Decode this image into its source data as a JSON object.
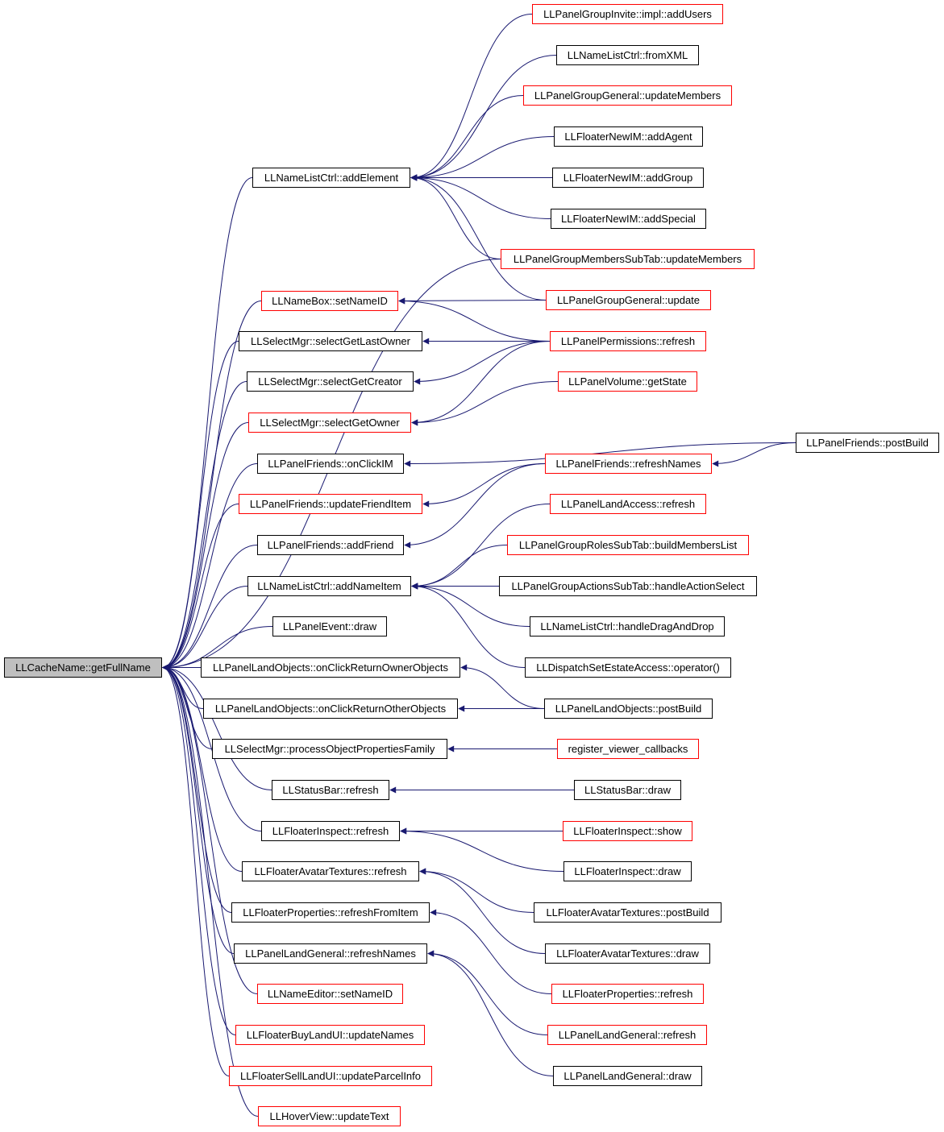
{
  "colors": {
    "edge": "#191970",
    "border_normal": "#000000",
    "border_truncated": "#ff0000",
    "root_fill": "#bfbfbf"
  },
  "nodes": [
    {
      "id": "root",
      "label": "LLCacheName::getFullName",
      "border": "black",
      "root": true
    },
    {
      "id": "a_addElement",
      "label": "LLNameListCtrl::addElement",
      "border": "black"
    },
    {
      "id": "a_setNameIDbox",
      "label": "LLNameBox::setNameID",
      "border": "red"
    },
    {
      "id": "a_selectGetLastOwner",
      "label": "LLSelectMgr::selectGetLastOwner",
      "border": "black"
    },
    {
      "id": "a_selectGetCreator",
      "label": "LLSelectMgr::selectGetCreator",
      "border": "black"
    },
    {
      "id": "a_selectGetOwner",
      "label": "LLSelectMgr::selectGetOwner",
      "border": "red"
    },
    {
      "id": "a_onClickIM",
      "label": "LLPanelFriends::onClickIM",
      "border": "black"
    },
    {
      "id": "a_updateFriendItem",
      "label": "LLPanelFriends::updateFriendItem",
      "border": "red"
    },
    {
      "id": "a_addFriend",
      "label": "LLPanelFriends::addFriend",
      "border": "black"
    },
    {
      "id": "a_addNameItem",
      "label": "LLNameListCtrl::addNameItem",
      "border": "black"
    },
    {
      "id": "a_panelEventDraw",
      "label": "LLPanelEvent::draw",
      "border": "black"
    },
    {
      "id": "a_returnOwner",
      "label": "LLPanelLandObjects::onClickReturnOwnerObjects",
      "border": "black"
    },
    {
      "id": "a_returnOther",
      "label": "LLPanelLandObjects::onClickReturnOtherObjects",
      "border": "black"
    },
    {
      "id": "a_processFamily",
      "label": "LLSelectMgr::processObjectPropertiesFamily",
      "border": "black"
    },
    {
      "id": "a_statusRefresh",
      "label": "LLStatusBar::refresh",
      "border": "black"
    },
    {
      "id": "a_inspectRefresh",
      "label": "LLFloaterInspect::refresh",
      "border": "black"
    },
    {
      "id": "a_avatarTexRefresh",
      "label": "LLFloaterAvatarTextures::refresh",
      "border": "black"
    },
    {
      "id": "a_refreshFromItem",
      "label": "LLFloaterProperties::refreshFromItem",
      "border": "black"
    },
    {
      "id": "a_landGenRefreshNames",
      "label": "LLPanelLandGeneral::refreshNames",
      "border": "black"
    },
    {
      "id": "a_nameEditorSetNameID",
      "label": "LLNameEditor::setNameID",
      "border": "red"
    },
    {
      "id": "a_buyLandUpdateNames",
      "label": "LLFloaterBuyLandUI::updateNames",
      "border": "red"
    },
    {
      "id": "a_sellLandUpdateParcel",
      "label": "LLFloaterSellLandUI::updateParcelInfo",
      "border": "red"
    },
    {
      "id": "a_hoverUpdateText",
      "label": "LLHoverView::updateText",
      "border": "red"
    },
    {
      "id": "b_inviteAddUsers",
      "label": "LLPanelGroupInvite::impl::addUsers",
      "border": "red"
    },
    {
      "id": "b_fromXML",
      "label": "LLNameListCtrl::fromXML",
      "border": "black"
    },
    {
      "id": "b_groupGenUpdateMembers",
      "label": "LLPanelGroupGeneral::updateMembers",
      "border": "red"
    },
    {
      "id": "b_addAgent",
      "label": "LLFloaterNewIM::addAgent",
      "border": "black"
    },
    {
      "id": "b_addGroup",
      "label": "LLFloaterNewIM::addGroup",
      "border": "black"
    },
    {
      "id": "b_addSpecial",
      "label": "LLFloaterNewIM::addSpecial",
      "border": "black"
    },
    {
      "id": "b_membersSubTabUpdate",
      "label": "LLPanelGroupMembersSubTab::updateMembers",
      "border": "red"
    },
    {
      "id": "b_groupGenUpdate",
      "label": "LLPanelGroupGeneral::update",
      "border": "red"
    },
    {
      "id": "b_permRefresh",
      "label": "LLPanelPermissions::refresh",
      "border": "red"
    },
    {
      "id": "b_volumeGetState",
      "label": "LLPanelVolume::getState",
      "border": "red"
    },
    {
      "id": "b_friendsRefreshNames",
      "label": "LLPanelFriends::refreshNames",
      "border": "red"
    },
    {
      "id": "b_landAccessRefresh",
      "label": "LLPanelLandAccess::refresh",
      "border": "red"
    },
    {
      "id": "b_buildMembersList",
      "label": "LLPanelGroupRolesSubTab::buildMembersList",
      "border": "red"
    },
    {
      "id": "b_handleActionSelect",
      "label": "LLPanelGroupActionsSubTab::handleActionSelect",
      "border": "black"
    },
    {
      "id": "b_handleDragAndDrop",
      "label": "LLNameListCtrl::handleDragAndDrop",
      "border": "black"
    },
    {
      "id": "b_dispatchOperator",
      "label": "LLDispatchSetEstateAccess::operator()",
      "border": "black"
    },
    {
      "id": "b_landObjPostBuild",
      "label": "LLPanelLandObjects::postBuild",
      "border": "black"
    },
    {
      "id": "b_registerCallbacks",
      "label": "register_viewer_callbacks",
      "border": "red"
    },
    {
      "id": "b_statusDraw",
      "label": "LLStatusBar::draw",
      "border": "black"
    },
    {
      "id": "b_inspectShow",
      "label": "LLFloaterInspect::show",
      "border": "red"
    },
    {
      "id": "b_inspectDraw",
      "label": "LLFloaterInspect::draw",
      "border": "black"
    },
    {
      "id": "b_avatarTexPostBuild",
      "label": "LLFloaterAvatarTextures::postBuild",
      "border": "black"
    },
    {
      "id": "b_avatarTexDraw",
      "label": "LLFloaterAvatarTextures::draw",
      "border": "black"
    },
    {
      "id": "b_propertiesRefresh",
      "label": "LLFloaterProperties::refresh",
      "border": "red"
    },
    {
      "id": "b_landGenRefresh",
      "label": "LLPanelLandGeneral::refresh",
      "border": "red"
    },
    {
      "id": "b_landGenDraw",
      "label": "LLPanelLandGeneral::draw",
      "border": "black"
    },
    {
      "id": "c_friendsPostBuild",
      "label": "LLPanelFriends::postBuild",
      "border": "black"
    }
  ],
  "edges": [
    [
      "a_addElement",
      "root"
    ],
    [
      "a_setNameIDbox",
      "root"
    ],
    [
      "a_selectGetLastOwner",
      "root"
    ],
    [
      "a_selectGetCreator",
      "root"
    ],
    [
      "a_selectGetOwner",
      "root"
    ],
    [
      "a_onClickIM",
      "root"
    ],
    [
      "a_updateFriendItem",
      "root"
    ],
    [
      "a_addFriend",
      "root"
    ],
    [
      "a_addNameItem",
      "root"
    ],
    [
      "a_panelEventDraw",
      "root"
    ],
    [
      "a_returnOwner",
      "root"
    ],
    [
      "a_returnOther",
      "root"
    ],
    [
      "a_processFamily",
      "root"
    ],
    [
      "a_statusRefresh",
      "root"
    ],
    [
      "a_inspectRefresh",
      "root"
    ],
    [
      "a_avatarTexRefresh",
      "root"
    ],
    [
      "a_refreshFromItem",
      "root"
    ],
    [
      "a_landGenRefreshNames",
      "root"
    ],
    [
      "a_nameEditorSetNameID",
      "root"
    ],
    [
      "a_buyLandUpdateNames",
      "root"
    ],
    [
      "a_sellLandUpdateParcel",
      "root"
    ],
    [
      "a_hoverUpdateText",
      "root"
    ],
    [
      "b_membersSubTabUpdate",
      "root"
    ],
    [
      "b_inviteAddUsers",
      "a_addElement"
    ],
    [
      "b_fromXML",
      "a_addElement"
    ],
    [
      "b_groupGenUpdateMembers",
      "a_addElement"
    ],
    [
      "b_addAgent",
      "a_addElement"
    ],
    [
      "b_addGroup",
      "a_addElement"
    ],
    [
      "b_addSpecial",
      "a_addElement"
    ],
    [
      "b_membersSubTabUpdate",
      "a_addElement"
    ],
    [
      "b_groupGenUpdate",
      "a_addElement"
    ],
    [
      "b_groupGenUpdate",
      "a_setNameIDbox"
    ],
    [
      "b_permRefresh",
      "a_setNameIDbox"
    ],
    [
      "b_permRefresh",
      "a_selectGetLastOwner"
    ],
    [
      "b_permRefresh",
      "a_selectGetCreator"
    ],
    [
      "b_permRefresh",
      "a_selectGetOwner"
    ],
    [
      "b_volumeGetState",
      "a_selectGetOwner"
    ],
    [
      "c_friendsPostBuild",
      "a_onClickIM"
    ],
    [
      "c_friendsPostBuild",
      "b_friendsRefreshNames"
    ],
    [
      "b_friendsRefreshNames",
      "a_updateFriendItem"
    ],
    [
      "b_friendsRefreshNames",
      "a_addFriend"
    ],
    [
      "b_landAccessRefresh",
      "a_addNameItem"
    ],
    [
      "b_buildMembersList",
      "a_addNameItem"
    ],
    [
      "b_handleActionSelect",
      "a_addNameItem"
    ],
    [
      "b_handleDragAndDrop",
      "a_addNameItem"
    ],
    [
      "b_dispatchOperator",
      "a_addNameItem"
    ],
    [
      "b_landObjPostBuild",
      "a_returnOwner"
    ],
    [
      "b_landObjPostBuild",
      "a_returnOther"
    ],
    [
      "b_registerCallbacks",
      "a_processFamily"
    ],
    [
      "b_statusDraw",
      "a_statusRefresh"
    ],
    [
      "b_inspectShow",
      "a_inspectRefresh"
    ],
    [
      "b_inspectDraw",
      "a_inspectRefresh"
    ],
    [
      "b_avatarTexPostBuild",
      "a_avatarTexRefresh"
    ],
    [
      "b_avatarTexDraw",
      "a_avatarTexRefresh"
    ],
    [
      "b_propertiesRefresh",
      "a_refreshFromItem"
    ],
    [
      "b_landGenRefresh",
      "a_landGenRefreshNames"
    ],
    [
      "b_landGenDraw",
      "a_landGenRefreshNames"
    ]
  ]
}
